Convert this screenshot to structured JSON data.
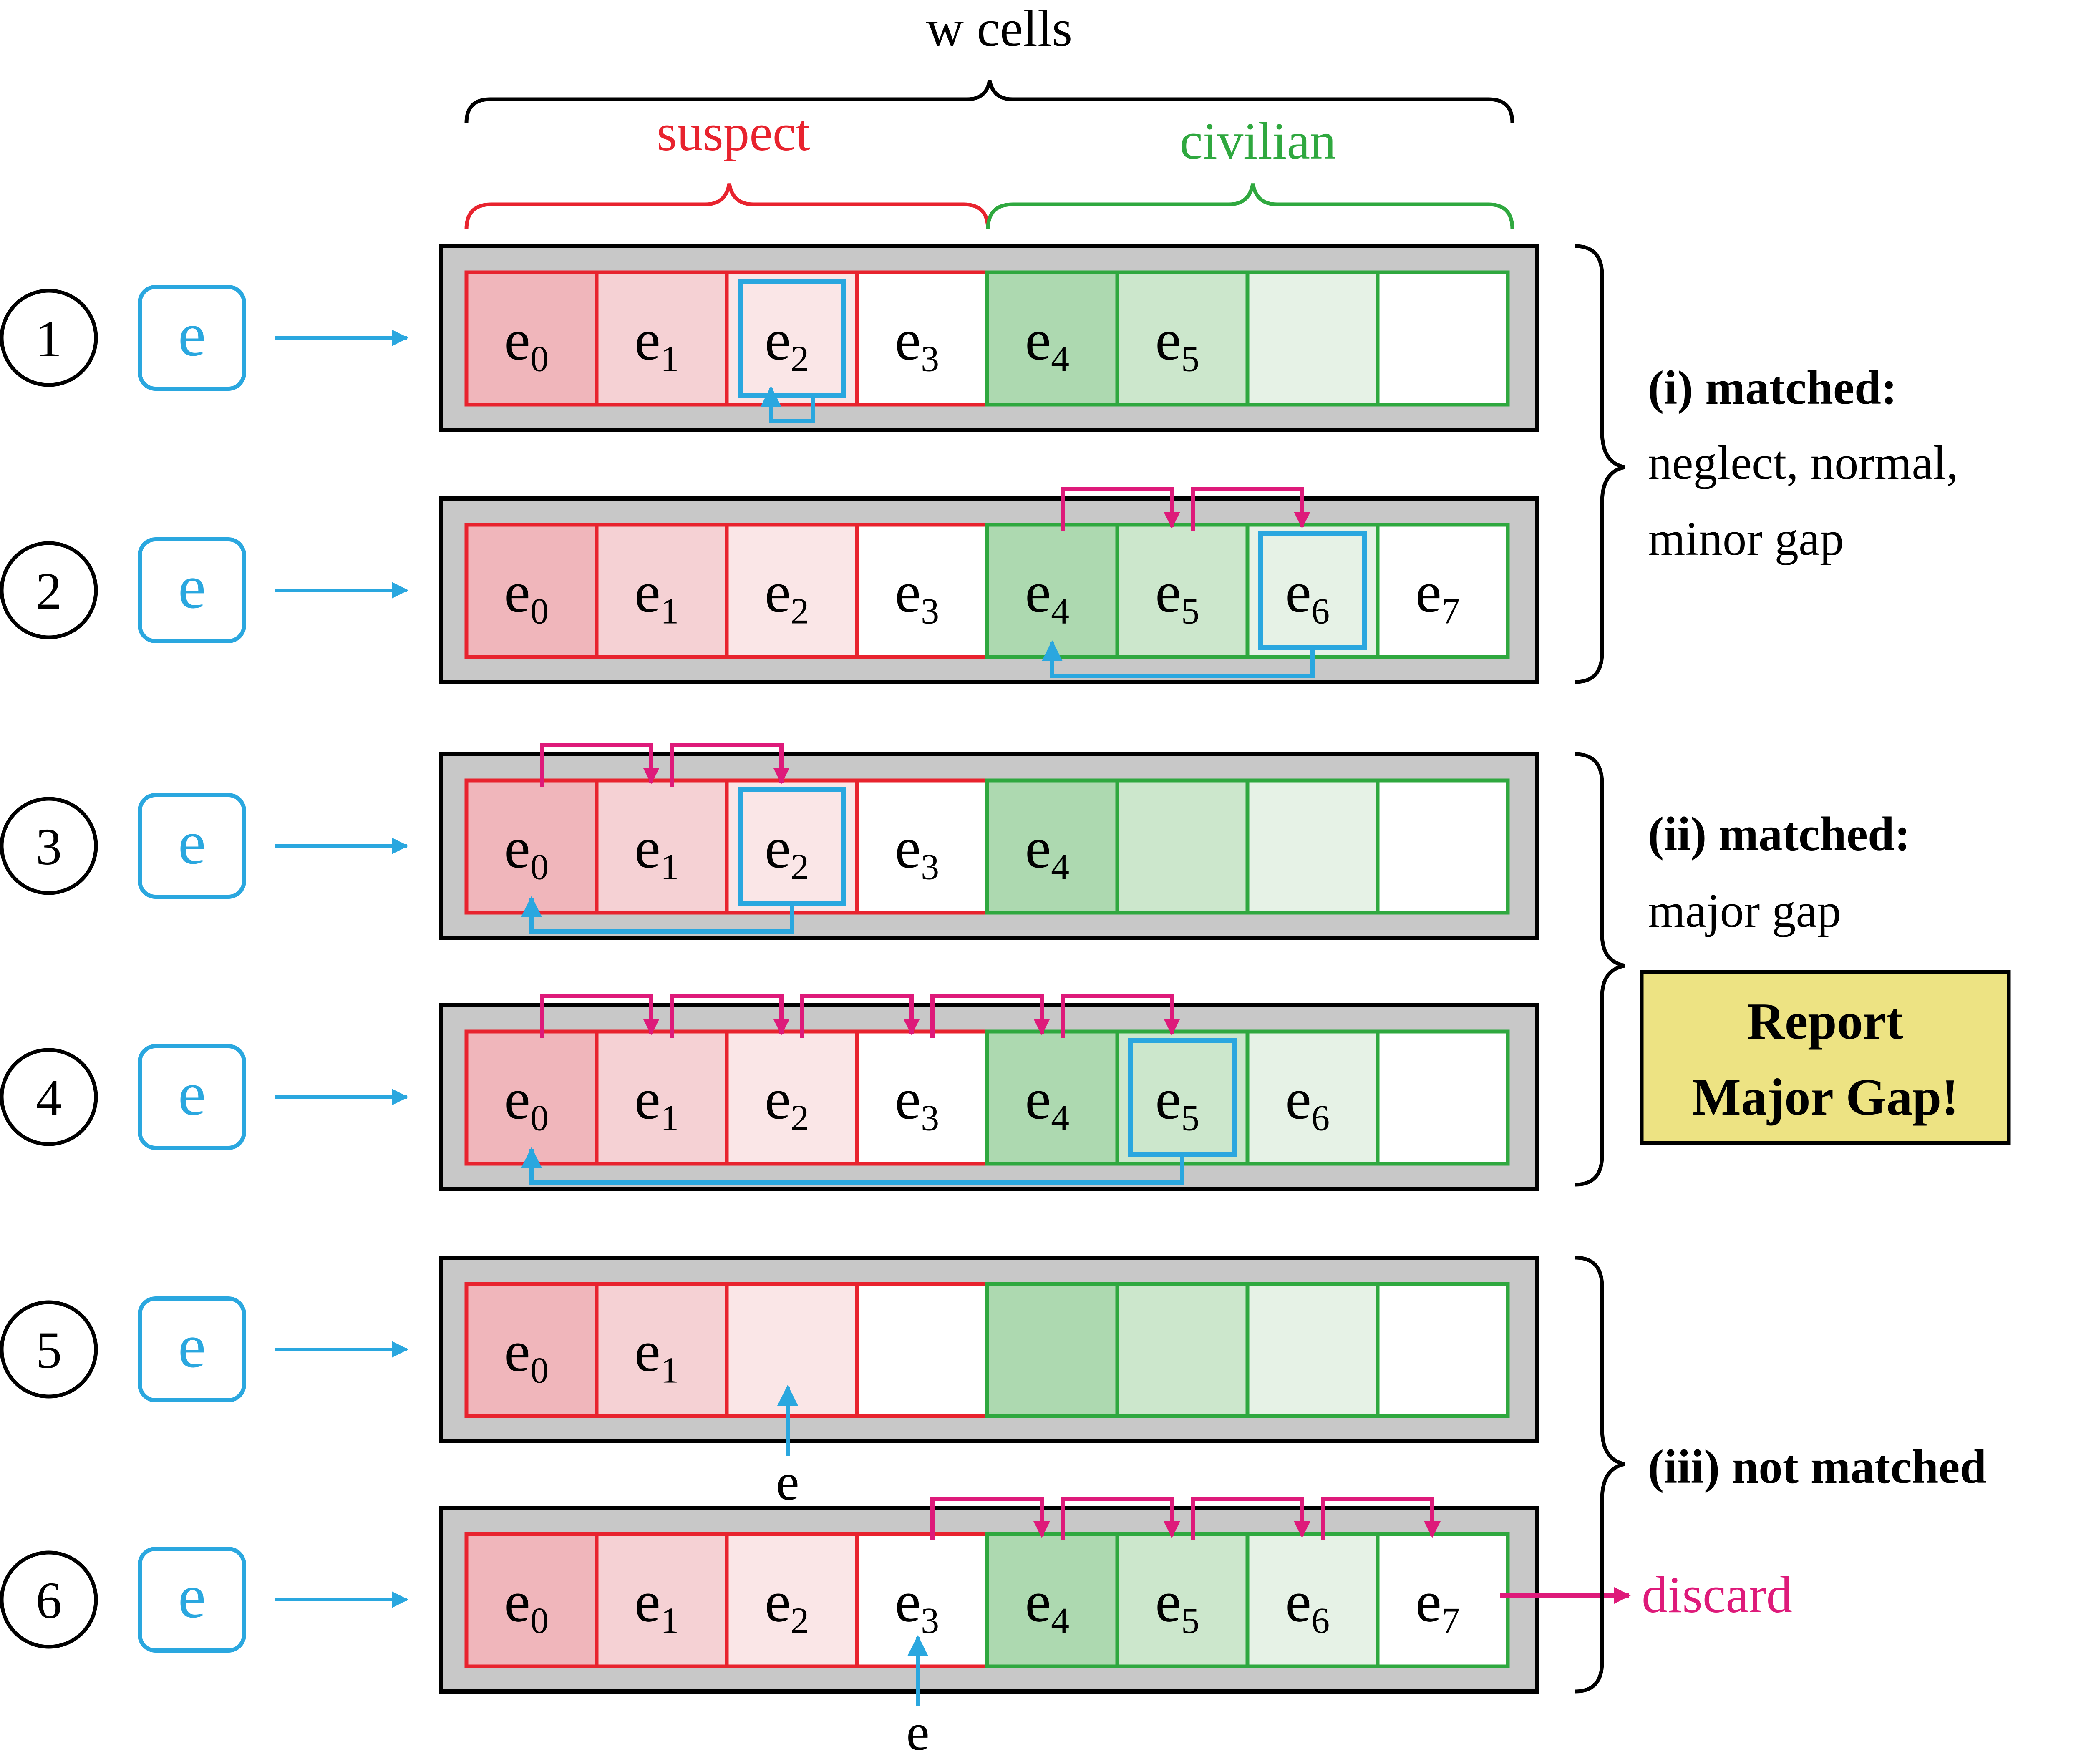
{
  "header": {
    "top_label": "w cells",
    "suspect_label": "suspect",
    "civilian_label": "civilian"
  },
  "colors": {
    "suspect_border": "#e8232e",
    "civilian_border": "#2fa83f",
    "incoming": "#2aa7df",
    "shift": "#de1a7a",
    "panel_bg": "#c8c8c8",
    "major_gap_box": "#ede383"
  },
  "cell_fill_names": [
    "suspect-dark",
    "suspect-medium",
    "suspect-light",
    "suspect-white",
    "civilian-dark",
    "civilian-medium",
    "civilian-light",
    "civilian-white"
  ],
  "entry_label": "e",
  "rows": [
    {
      "number": "1",
      "cells": [
        "e0",
        "e1",
        "e2",
        "e3",
        "e4",
        "e5",
        "",
        ""
      ]
    },
    {
      "number": "2",
      "cells": [
        "e0",
        "e1",
        "e2",
        "e3",
        "e4",
        "e5",
        "e6",
        "e7"
      ]
    },
    {
      "number": "3",
      "cells": [
        "e0",
        "e1",
        "e2",
        "e3",
        "e4",
        "",
        "",
        ""
      ]
    },
    {
      "number": "4",
      "cells": [
        "e0",
        "e1",
        "e2",
        "e3",
        "e4",
        "e5",
        "e6",
        ""
      ]
    },
    {
      "number": "5",
      "cells": [
        "e0",
        "e1",
        "",
        "",
        "",
        "",
        "",
        ""
      ]
    },
    {
      "number": "6",
      "cells": [
        "e0",
        "e1",
        "e2",
        "e3",
        "e4",
        "e5",
        "e6",
        "e7"
      ]
    }
  ],
  "insert_labels": [
    "e",
    "e"
  ],
  "groups": [
    {
      "title": "(i) matched:",
      "desc": [
        "neglect, normal,",
        "minor gap"
      ]
    },
    {
      "title": "(ii) matched:",
      "desc": [
        "major gap"
      ]
    },
    {
      "title": "(iii) not matched",
      "desc": []
    }
  ],
  "report_box": [
    "Report",
    "Major Gap!"
  ],
  "discard_label": "discard"
}
